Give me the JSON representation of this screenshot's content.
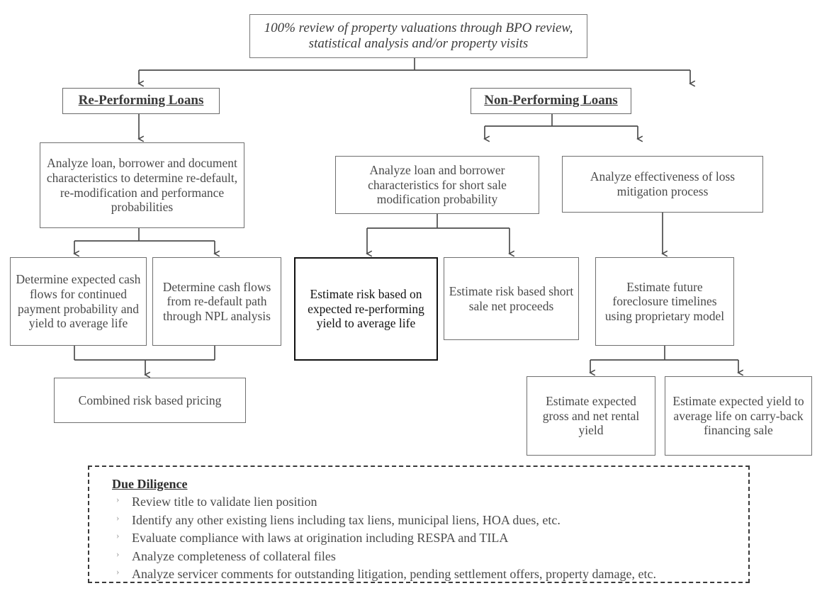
{
  "diagram": {
    "title_box": {
      "text": "100% review of property valuations through BPO review, statistical analysis and/or property visits"
    },
    "branches": {
      "left_header": "Re-Performing Loans",
      "right_header": "Non-Performing Loans"
    },
    "nodes": {
      "rpl_analyze": "Analyze loan, borrower and document characteristics to determine re-default, re-modification and performance probabilities",
      "rpl_cashflow_continued": "Determine expected cash flows for continued payment probability and yield to average life",
      "rpl_cashflow_redefault": "Determine cash flows from re-default path through NPL analysis",
      "rpl_combined": "Combined risk based pricing",
      "npl_analyze_shortsale": "Analyze loan and borrower characteristics for short sale modification probability",
      "npl_analyze_lossmit": "Analyze effectiveness of loss mitigation process",
      "npl_estimate_reperforming": "Estimate risk based on expected re-performing yield to average life",
      "npl_estimate_shortsale": "Estimate risk based short sale net proceeds",
      "npl_foreclosure_timelines": "Estimate future foreclosure timelines using proprietary model",
      "npl_rental_yield": "Estimate expected gross and net rental yield",
      "npl_carryback_yield": "Estimate expected yield to average life on carry-back financing sale"
    },
    "due_diligence": {
      "title": "Due Diligence",
      "bullet_glyph": "›",
      "items": [
        "Review title to validate lien position",
        "Identify any other existing liens including tax liens, municipal liens, HOA dues, etc.",
        "Evaluate compliance with laws at origination including RESPA and TILA",
        "Analyze completeness of collateral files",
        "Analyze servicer comments for outstanding litigation, pending settlement offers, property damage, etc."
      ]
    },
    "colors": {
      "box_border": "#6f6f6f",
      "emphasis_border": "#111111",
      "connector": "#4d4d4d",
      "text": "#4a4a4a",
      "background": "#ffffff"
    }
  }
}
